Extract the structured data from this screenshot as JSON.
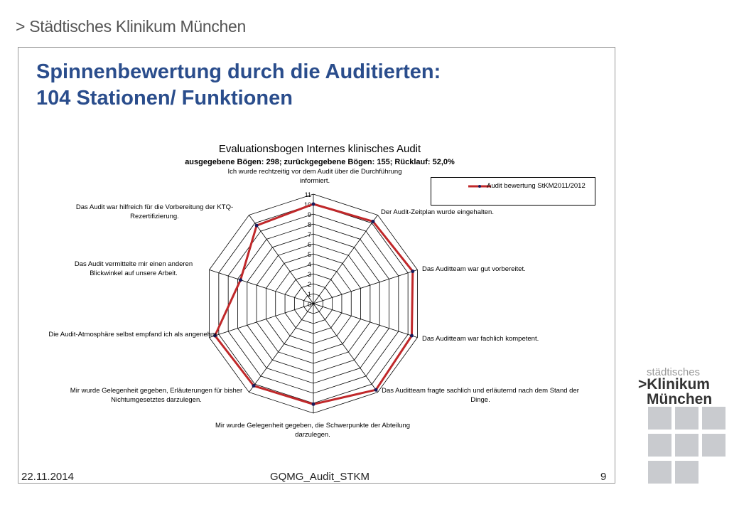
{
  "header": {
    "text": "> Städtisches Klinikum München"
  },
  "slide": {
    "title_line1": "Spinnenbewertung durch die Auditierten:",
    "title_line2": "104 Stationen/ Funktionen"
  },
  "footer": {
    "date": "22.11.2014",
    "name": "GQMG_Audit_STKM",
    "page": "9"
  },
  "logo": {
    "line1": "städtisches",
    "line2": ">Klinikum",
    "line3": "München"
  },
  "chart_data": {
    "type": "radar",
    "title": "Evaluationsbogen Internes klinisches Audit",
    "subtitle": "ausgegebene Bögen: 298; zurückgegebene Bögen: 155; Rücklauf: 52,0%",
    "rlim": [
      0,
      11
    ],
    "ticks": [
      "0",
      "1",
      "2",
      "3",
      "4",
      "5",
      "6",
      "7",
      "8",
      "9",
      "10",
      "11"
    ],
    "grid": true,
    "legend_placement": "top-right",
    "categories": [
      "Ich wurde rechtzeitig vor dem Audit über die Durchführung informiert.",
      "Der Audit-Zeitplan wurde eingehalten.",
      "Das Auditteam war gut vorbereitet.",
      "Das Auditteam war fachlich kompetent.",
      "Das Auditteam fragte sachlich und erläuternd nach dem Stand der Dinge.",
      "Mir wurde Gelegenheit gegeben, die Schwerpunkte der Abteilung darzulegen.",
      "Mir wurde Gelegenheit gegeben, Erläuterungen für bisher Nichtumgesetztes darzulegen.",
      "Die Audit-Atmosphäre selbst empfand ich als angenehm.",
      "Das Audit vermittelte mir einen anderen Blickwinkel auf unsere Arbeit.",
      "Das Audit war hilfreich für die Vorbereitung der KTQ-Rezertifizierung."
    ],
    "series": [
      {
        "name": "Audit bewertung StKM2011/2012",
        "color": "#c0282a",
        "values": [
          10.0,
          10.2,
          10.5,
          10.4,
          10.7,
          10.1,
          10.2,
          10.4,
          7.7,
          9.7
        ]
      }
    ]
  }
}
